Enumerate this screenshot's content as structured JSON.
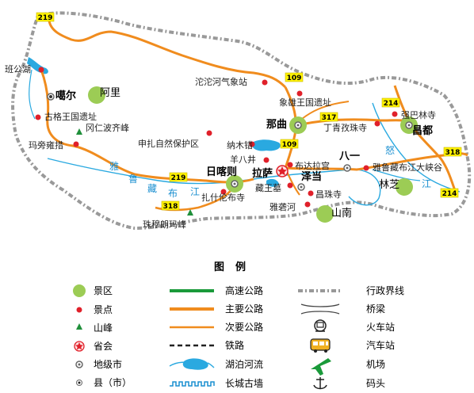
{
  "road_numbers": [
    "219",
    "109",
    "109",
    "214",
    "317",
    "318",
    "219",
    "318",
    "214"
  ],
  "places": {
    "bangong_lake": "班公湖",
    "gaer": "噶尔",
    "ali": "阿里",
    "guge": "古格王国遗址",
    "gangrenboqi": "冈仁波齐峰",
    "mapang": "玛旁雍措",
    "tuotuohe": "沱沱河气象站",
    "xiangxiong": "象雄王国遗址",
    "naqu": "那曲",
    "dingqing": "丁青孜珠寺",
    "qiangba": "强巴林寺",
    "changdu": "昌都",
    "shenzha": "申扎自然保护区",
    "namucuo": "纳木错",
    "yangbajing": "羊八井",
    "lasa": "拉萨",
    "budala": "布达拉宫",
    "bayi": "八一",
    "yalu_canyon": "雅鲁藏布江大峡谷",
    "linzhi": "林芝",
    "rikaze": "日喀则",
    "zhashilunbu": "扎什伦布寺",
    "zedang": "泽当",
    "zangwangmu": "藏王墓",
    "changzhu": "昌珠寺",
    "yalonghe": "雅砻河",
    "shannan": "山南",
    "zhumulangma": "珠穆朗玛峰"
  },
  "river_labels": [
    "雅",
    "鲁",
    "藏",
    "布",
    "江",
    "怒",
    "江"
  ],
  "legend": {
    "title": "图例",
    "items": [
      {
        "label": "景区",
        "symbol": "scenic-area"
      },
      {
        "label": "景点",
        "symbol": "scenic-spot"
      },
      {
        "label": "山峰",
        "symbol": "mountain-peak"
      },
      {
        "label": "省会",
        "symbol": "provincial-capital"
      },
      {
        "label": "地级市",
        "symbol": "prefecture-city"
      },
      {
        "label": "县（市）",
        "symbol": "county"
      },
      {
        "label": "高速公路",
        "symbol": "expressway"
      },
      {
        "label": "主要公路",
        "symbol": "main-road"
      },
      {
        "label": "次要公路",
        "symbol": "secondary-road"
      },
      {
        "label": "铁路",
        "symbol": "railway"
      },
      {
        "label": "湖泊河流",
        "symbol": "lake-river"
      },
      {
        "label": "长城古墙",
        "symbol": "great-wall"
      },
      {
        "label": "行政界线",
        "symbol": "admin-boundary"
      },
      {
        "label": "桥梁",
        "symbol": "bridge"
      },
      {
        "label": "火车站",
        "symbol": "train-station"
      },
      {
        "label": "汽车站",
        "symbol": "bus-station"
      },
      {
        "label": "机场",
        "symbol": "airport"
      },
      {
        "label": "码头",
        "symbol": "dock"
      }
    ]
  },
  "colors": {
    "boundary": "#999999",
    "main_road": "#f08c1e",
    "expressway": "#1a9a3a",
    "water": "#2aa9e0",
    "scenic_area": "#9ccc55",
    "spot": "#e0202a",
    "peak": "#1f8f3a",
    "shield": "#fff200"
  }
}
